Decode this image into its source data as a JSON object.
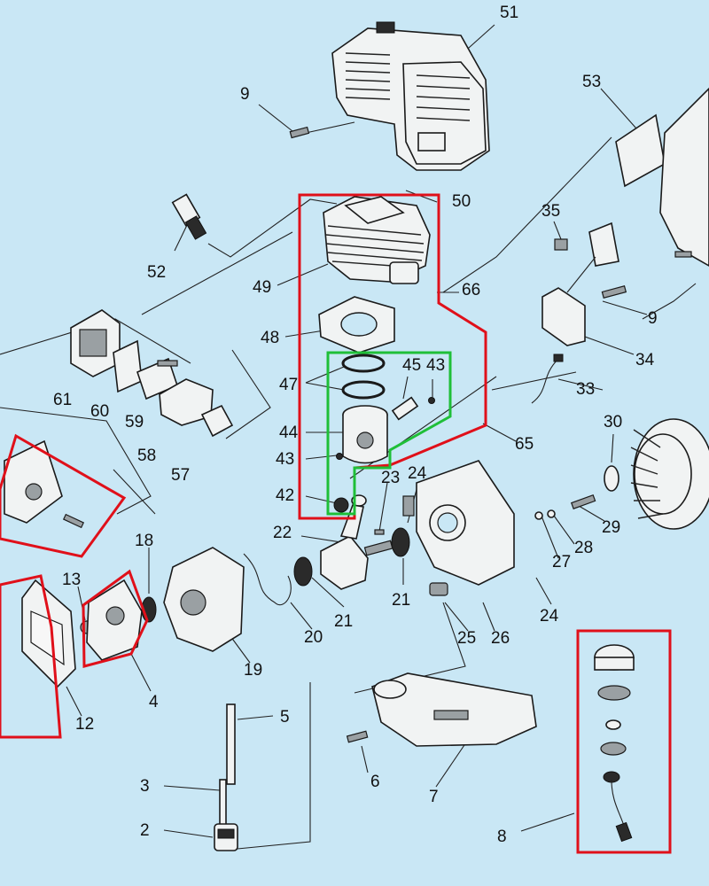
{
  "labels": {
    "p51": "51",
    "p9a": "9",
    "p53": "53",
    "p50": "50",
    "p52": "52",
    "p35": "35",
    "p49": "49",
    "p66": "66",
    "p9b": "9",
    "p48": "48",
    "p34": "34",
    "p47": "47",
    "p45": "45",
    "p43a": "43",
    "p33": "33",
    "p61": "61",
    "p60": "60",
    "p59": "59",
    "p44": "44",
    "p30": "30",
    "p65": "65",
    "p58": "58",
    "p43b": "43",
    "p57": "57",
    "p24a": "24",
    "p23": "23",
    "p42": "42",
    "p29": "29",
    "p22": "22",
    "p18": "18",
    "p28": "28",
    "p27": "27",
    "p13": "13",
    "p21a": "21",
    "p21b": "21",
    "p24b": "24",
    "p20": "20",
    "p25": "25",
    "p26": "26",
    "p19": "19",
    "p4": "4",
    "p12": "12",
    "p5": "5",
    "p6": "6",
    "p3": "3",
    "p7": "7",
    "p2": "2",
    "p8": "8"
  },
  "colors": {
    "background": "#c9e7f5",
    "highlight_red": "#e0101a",
    "highlight_green": "#1fbf38"
  }
}
